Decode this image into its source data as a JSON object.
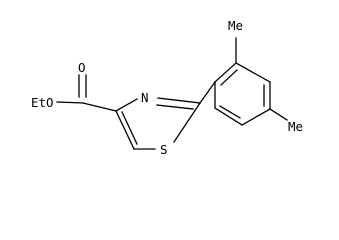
{
  "molecule": {
    "atoms": {
      "ester_label": "EtO",
      "carbonyl_oxygen": "O",
      "ring_nitrogen": "N",
      "ring_sulfur": "S",
      "methyl_top": "Me",
      "methyl_bottom": "Me"
    }
  }
}
